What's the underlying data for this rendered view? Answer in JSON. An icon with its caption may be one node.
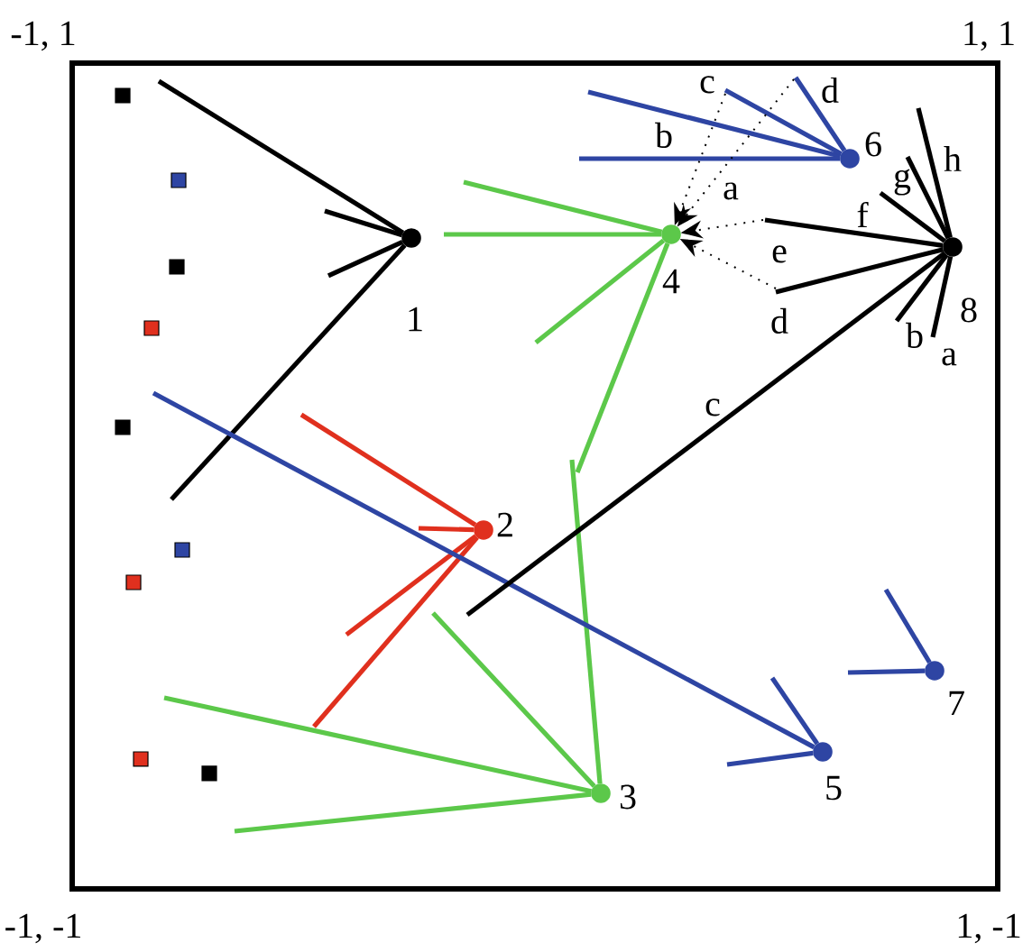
{
  "diagram": {
    "nodes": [
      {
        "text": [],
        "shape": "circle",
        "beside": [
          "1"
        ]
      },
      {
        "text": [],
        "shape": "circle",
        "beside": [
          "2"
        ]
      },
      {
        "text": [],
        "shape": "circle",
        "beside": [
          "3"
        ]
      },
      {
        "text": [],
        "shape": "circle",
        "beside": [
          "4"
        ]
      },
      {
        "text": [],
        "shape": "circle",
        "beside": [
          "5"
        ]
      },
      {
        "text": [],
        "shape": "circle",
        "beside": [
          "6"
        ]
      },
      {
        "text": [],
        "shape": "circle",
        "beside": [
          "7"
        ]
      },
      {
        "text": [],
        "shape": "circle",
        "beside": [
          "8"
        ]
      }
    ],
    "edges": [
      {
        "from": 0,
        "to": null,
        "arrow": "none"
      },
      {
        "from": 0,
        "to": null,
        "arrow": "none"
      },
      {
        "from": 0,
        "to": null,
        "arrow": "none"
      },
      {
        "from": 0,
        "to": null,
        "arrow": "none"
      },
      {
        "from": 3,
        "to": null,
        "arrow": "none",
        "color": "#5cc84a"
      },
      {
        "from": 3,
        "to": null,
        "arrow": "none",
        "color": "#5cc84a"
      },
      {
        "from": 3,
        "to": null,
        "arrow": "none",
        "color": "#5cc84a"
      },
      {
        "from": 3,
        "to": null,
        "arrow": "none",
        "color": "#5cc84a"
      },
      {
        "from": 2,
        "to": null,
        "arrow": "none",
        "color": "#5cc84a"
      },
      {
        "from": 2,
        "to": null,
        "arrow": "none",
        "color": "#5cc84a"
      },
      {
        "from": 2,
        "to": null,
        "arrow": "none",
        "color": "#5cc84a"
      },
      {
        "from": 2,
        "to": null,
        "arrow": "none",
        "color": "#5cc84a"
      },
      {
        "from": 1,
        "to": null,
        "arrow": "none",
        "color": "#e0301e"
      },
      {
        "from": 1,
        "to": null,
        "arrow": "none",
        "color": "#e0301e"
      },
      {
        "from": 1,
        "to": null,
        "arrow": "none",
        "color": "#e0301e"
      },
      {
        "from": 1,
        "to": null,
        "arrow": "none",
        "color": "#e0301e"
      },
      {
        "from": 4,
        "to": null,
        "arrow": "none",
        "color": "#2e45a3"
      },
      {
        "from": 4,
        "to": null,
        "arrow": "none",
        "color": "#2e45a3"
      },
      {
        "from": 4,
        "to": null,
        "arrow": "none",
        "color": "#2e45a3"
      },
      {
        "from": 6,
        "to": null,
        "arrow": "none",
        "color": "#2e45a3"
      },
      {
        "from": 6,
        "to": null,
        "arrow": "none",
        "color": "#2e45a3"
      },
      {
        "from": 5,
        "to": null,
        "arrow": "none",
        "color": "#2e45a3"
      },
      {
        "from": 5,
        "to": null,
        "arrow": "none",
        "color": "#2e45a3",
        "label": "c"
      },
      {
        "from": 5,
        "to": null,
        "arrow": "none",
        "color": "#2e45a3",
        "label": "d"
      },
      {
        "from": 5,
        "to": null,
        "arrow": "none",
        "color": "#2e45a3",
        "label": "b"
      },
      {
        "from": 7,
        "to": null,
        "arrow": "none",
        "label": "h"
      },
      {
        "from": 7,
        "to": null,
        "arrow": "none",
        "label": "g"
      },
      {
        "from": 7,
        "to": null,
        "arrow": "none",
        "label": "f"
      },
      {
        "from": 7,
        "to": null,
        "arrow": "none",
        "label": "e"
      },
      {
        "from": 7,
        "to": null,
        "arrow": "none",
        "label": "d"
      },
      {
        "from": 7,
        "to": null,
        "arrow": "none",
        "label": "c"
      },
      {
        "from": 7,
        "to": null,
        "arrow": "none",
        "label": "b"
      },
      {
        "from": 7,
        "to": null,
        "arrow": "none",
        "label": "a"
      },
      {
        "from": null,
        "to": 3,
        "arrow": "to",
        "style": "dashed"
      },
      {
        "from": null,
        "to": 3,
        "arrow": "to",
        "style": "dashed",
        "label": "a"
      },
      {
        "from": null,
        "to": 3,
        "arrow": "to",
        "style": "dashed"
      },
      {
        "from": null,
        "to": 3,
        "arrow": "to",
        "style": "dashed"
      }
    ],
    "labels": [
      "-1, 1",
      "1, 1",
      "-1, -1",
      "1, -1"
    ]
  }
}
